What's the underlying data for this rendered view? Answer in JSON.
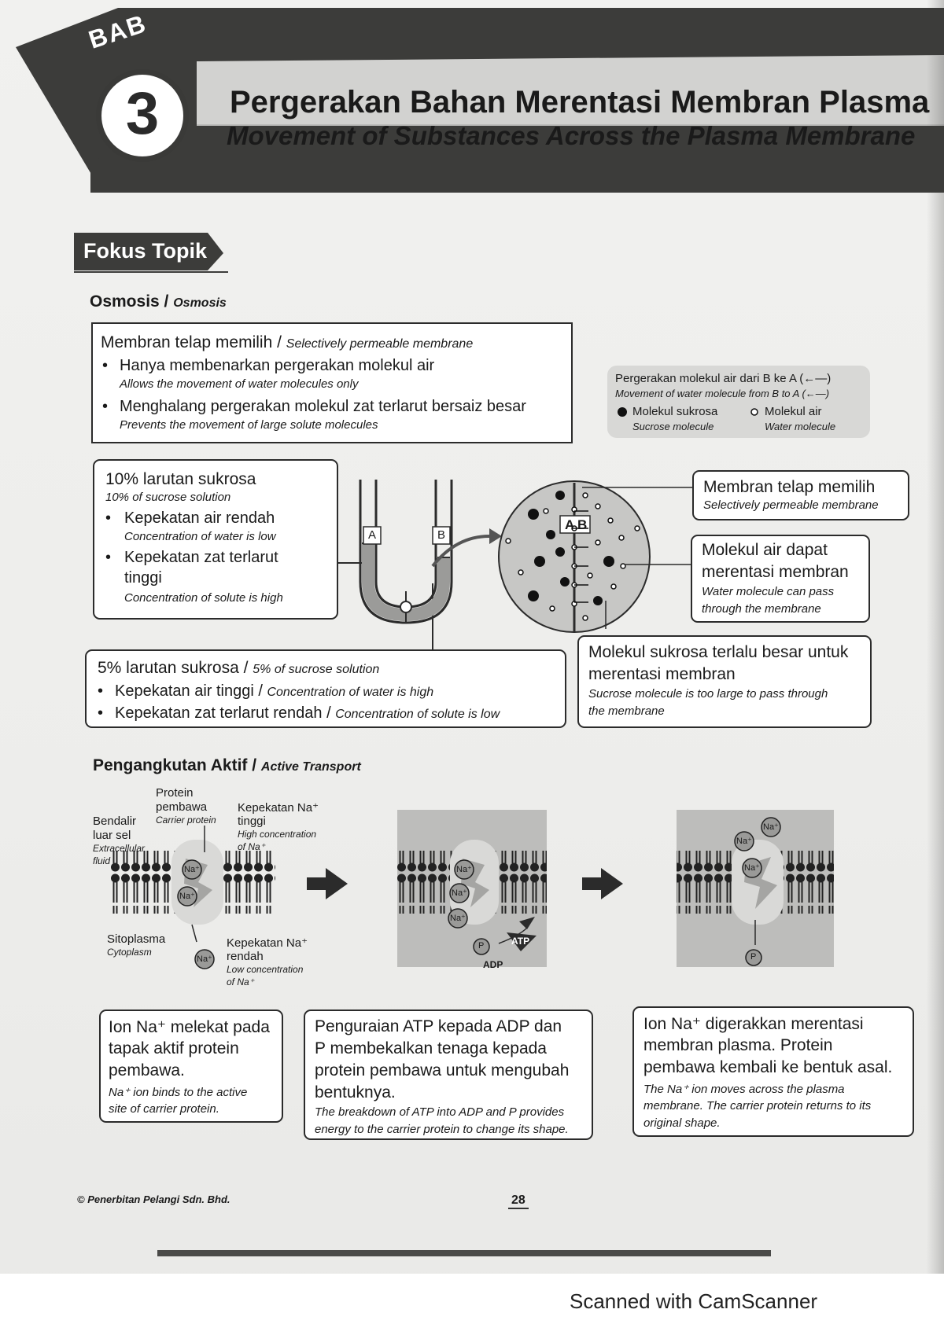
{
  "header": {
    "bab": "BAB",
    "chapter_number": "3",
    "title_ms": "Pergerakan Bahan Merentasi Membran Plasma",
    "title_en": "Movement of Substances Across the Plasma Membrane"
  },
  "focus_tag": "Fokus Topik",
  "osmosis": {
    "heading": "Osmosis",
    "heading_en": "Osmosis",
    "membrane_box": {
      "title": "Membran telap memilih",
      "title_en": "Selectively permeable membrane",
      "b1": "Hanya membenarkan pergerakan molekul air",
      "b1_en": "Allows the movement of water molecules only",
      "b2": "Menghalang pergerakan molekul zat terlarut bersaiz besar",
      "b2_en": "Prevents the movement of large solute molecules"
    },
    "legend": {
      "line1": "Pergerakan molekul air dari B ke A (←—)",
      "line1_en": "Movement of water molecule from B to A (←—)",
      "sucrose": "Molekul sukrosa",
      "sucrose_en": "Sucrose molecule",
      "water": "Molekul air",
      "water_en": "Water molecule"
    },
    "box10": {
      "title": "10% larutan sukrosa",
      "title_en": "10% of sucrose solution",
      "b1": "Kepekatan air rendah",
      "b1_en": "Concentration of water is low",
      "b2a": "Kepekatan zat terlarut",
      "b2b": "tinggi",
      "b2_en": "Concentration of solute is high"
    },
    "box5": {
      "title": "5% larutan sukrosa",
      "title_en": "5% of sucrose solution",
      "b1": "Kepekatan air tinggi",
      "b1_en": "Concentration of water is high",
      "b2": "Kepekatan zat terlarut rendah",
      "b2_en": "Concentration of solute is low"
    },
    "label_A": "A",
    "label_B": "B",
    "callout_membrane": {
      "ms": "Membran telap memilih",
      "en": "Selectively permeable membrane"
    },
    "callout_water": {
      "ms1": "Molekul air dapat",
      "ms2": "merentasi membran",
      "en1": "Water molecule can pass",
      "en2": "through the membrane"
    },
    "callout_sucrose": {
      "ms1": "Molekul sukrosa terlalu besar untuk",
      "ms2": "merentasi membran",
      "en1": "Sucrose molecule is too large to pass through",
      "en2": "the membrane"
    }
  },
  "active": {
    "heading": "Pengangkutan Aktif",
    "heading_en": "Active Transport",
    "labels": {
      "carrier1": "Protein",
      "carrier2": "pembawa",
      "carrier_en": "Carrier protein",
      "outside1": "Bendalir",
      "outside2": "luar sel",
      "outside_en1": "Extracellular",
      "outside_en2": "fluid",
      "high1": "Kepekatan Na⁺",
      "high2": "tinggi",
      "high_en1": "High concentration",
      "high_en2": "of Na⁺",
      "cyto": "Sitoplasma",
      "cyto_en": "Cytoplasm",
      "low1": "Kepekatan Na⁺",
      "low2": "rendah",
      "low_en1": "Low concentration",
      "low_en2": "of Na⁺",
      "na": "Na⁺",
      "atp": "ATP",
      "adp": "ADP",
      "p": "P"
    },
    "step1": {
      "l1": "Ion Na⁺ melekat pada",
      "l2": "tapak aktif protein",
      "l3": "pembawa.",
      "en1": "Na⁺ ion binds to the active",
      "en2": "site of carrier protein."
    },
    "step2": {
      "l1": "Penguraian ATP kepada ADP dan",
      "l2": "P membekalkan tenaga kepada",
      "l3": "protein pembawa untuk mengubah",
      "l4": "bentuknya.",
      "en1": "The breakdown of ATP into ADP and P provides",
      "en2": "energy to the carrier protein to change its shape."
    },
    "step3": {
      "l1": "Ion Na⁺ digerakkan merentasi",
      "l2": "membran plasma. Protein",
      "l3": "pembawa kembali ke bentuk asal.",
      "en1": "The Na⁺ ion moves across the plasma",
      "en2": "membrane. The carrier protein returns to its",
      "en3": "original shape."
    }
  },
  "footer": {
    "publisher": "© Penerbitan Pelangi Sdn. Bhd.",
    "page": "28",
    "scanner": "Scanned with CamScanner"
  }
}
